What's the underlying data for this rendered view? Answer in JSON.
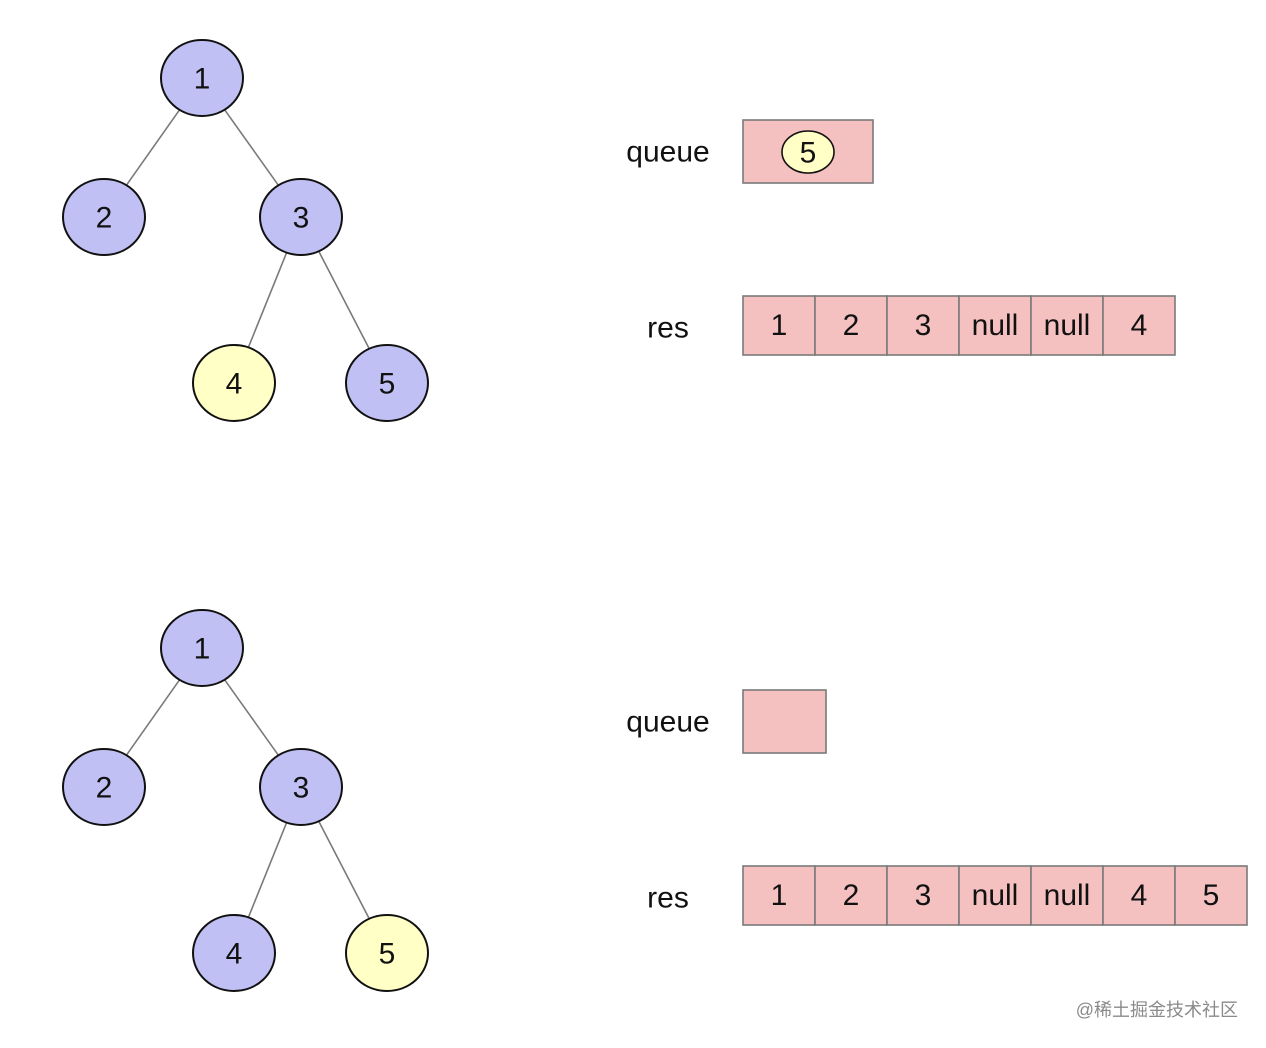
{
  "colors": {
    "node_default": "#c0c0f4",
    "node_highlight": "#ffffc6",
    "box_fill": "#f4c0c0",
    "box_stroke": "#7a7a7a",
    "edge": "#7a7a7a"
  },
  "panels": [
    {
      "tree": {
        "nodes": [
          {
            "id": "n1",
            "label": "1",
            "state": "default"
          },
          {
            "id": "n2",
            "label": "2",
            "state": "default"
          },
          {
            "id": "n3",
            "label": "3",
            "state": "default"
          },
          {
            "id": "n4",
            "label": "4",
            "state": "highlight"
          },
          {
            "id": "n5",
            "label": "5",
            "state": "default"
          }
        ],
        "edges": [
          [
            "n1",
            "n2"
          ],
          [
            "n1",
            "n3"
          ],
          [
            "n3",
            "n4"
          ],
          [
            "n3",
            "n5"
          ]
        ]
      },
      "queue": {
        "label": "queue",
        "items": [
          "5"
        ]
      },
      "res": {
        "label": "res",
        "items": [
          "1",
          "2",
          "3",
          "null",
          "null",
          "4"
        ]
      }
    },
    {
      "tree": {
        "nodes": [
          {
            "id": "n1",
            "label": "1",
            "state": "default"
          },
          {
            "id": "n2",
            "label": "2",
            "state": "default"
          },
          {
            "id": "n3",
            "label": "3",
            "state": "default"
          },
          {
            "id": "n4",
            "label": "4",
            "state": "default"
          },
          {
            "id": "n5",
            "label": "5",
            "state": "highlight"
          }
        ],
        "edges": [
          [
            "n1",
            "n2"
          ],
          [
            "n1",
            "n3"
          ],
          [
            "n3",
            "n4"
          ],
          [
            "n3",
            "n5"
          ]
        ]
      },
      "queue": {
        "label": "queue",
        "items": []
      },
      "res": {
        "label": "res",
        "items": [
          "1",
          "2",
          "3",
          "null",
          "null",
          "4",
          "5"
        ]
      }
    }
  ],
  "watermark": "@稀土掘金技术社区"
}
